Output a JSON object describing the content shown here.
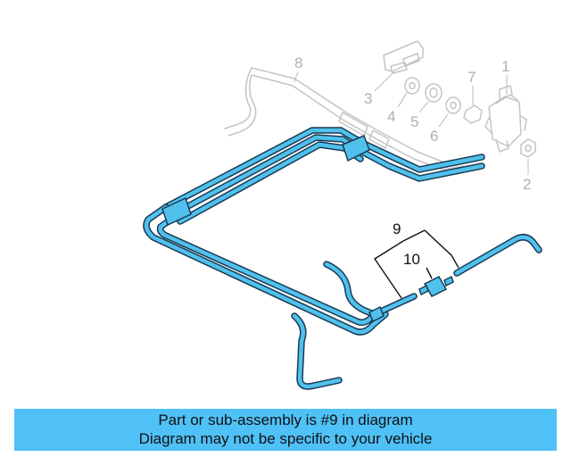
{
  "callouts": {
    "c1": "1",
    "c2": "2",
    "c3": "3",
    "c4": "4",
    "c5": "5",
    "c6": "6",
    "c7": "7",
    "c8": "8",
    "c9": "9",
    "c10": "10"
  },
  "banner": {
    "line1": "Part or sub-assembly is #9 in diagram",
    "line2": "Diagram may not be specific to your vehicle"
  },
  "colors": {
    "highlight": "#4fc1ec",
    "banner": "#4fc1f7",
    "outline": "#1a3a55",
    "ghost": "#c4c4c4"
  }
}
